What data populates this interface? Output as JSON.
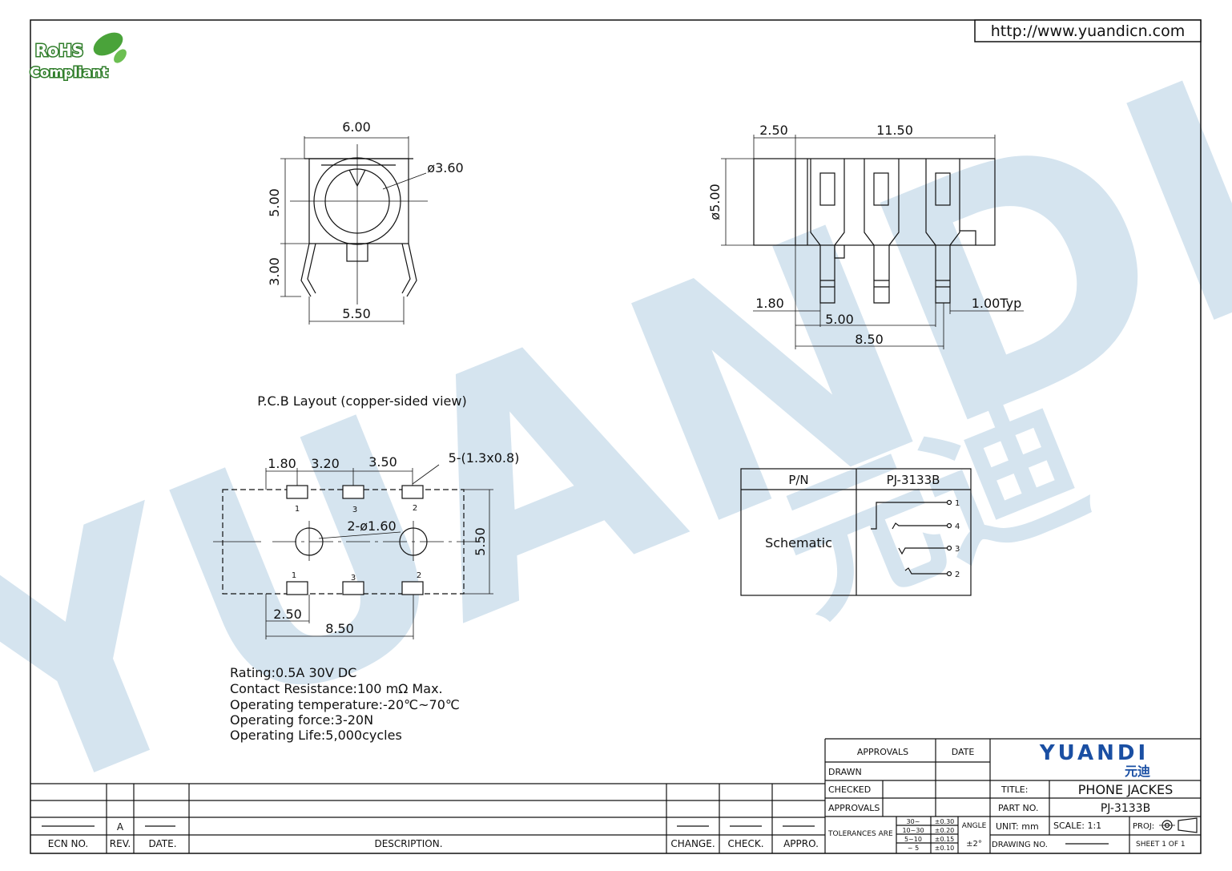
{
  "header": {
    "url": "http://www.yuandicn.com",
    "rohs_logo": {
      "line1": "RoHS",
      "line2": "Compliant"
    }
  },
  "watermark": {
    "latin": "YUANDI",
    "chinese": "元迪"
  },
  "front_view": {
    "width": "6.00",
    "hole_dia": "ø3.60",
    "height": "5.00",
    "pin_length": "3.00",
    "pin_pitch": "5.50"
  },
  "side_view": {
    "front_len": "2.50",
    "body_len": "11.50",
    "dia": "ø5.00",
    "pin_offset": "1.80",
    "pin_spacing": "5.00",
    "pin_span": "8.50",
    "pin_width": "1.00Typ"
  },
  "pcb": {
    "title": "P.C.B Layout (copper-sided view)",
    "dim_a": "1.80",
    "dim_b": "3.20",
    "dim_c": "3.50",
    "pad_spec": "5-(1.3x0.8)",
    "hole_spec": "2-ø1.60",
    "height": "5.50",
    "dim_d": "2.50",
    "dim_e": "8.50",
    "top_pins": [
      "1",
      "3",
      "2"
    ],
    "bottom_pins": [
      "1",
      "3",
      "2"
    ]
  },
  "specs": [
    "Rating:0.5A 30V DC",
    "Contact Resistance:100 mΩ Max.",
    "Operating temperature:-20℃~70℃",
    "Operating force:3-20N",
    "Operating Life:5,000cycles"
  ],
  "schematic_table": {
    "col1_header": "P/N",
    "col2_header": "PJ-3133B",
    "row_label": "Schematic",
    "pins": [
      "1",
      "4",
      "3",
      "2"
    ]
  },
  "revision_block": {
    "rev_value": "A",
    "headers": [
      "ECN NO.",
      "REV.",
      "DATE.",
      "DESCRIPTION.",
      "CHANGE.",
      "CHECK.",
      "APPRO."
    ]
  },
  "title_block": {
    "approvals_header": "APPROVALS",
    "date_header": "DATE",
    "drawn": "DRAWN",
    "checked": "CHECKED",
    "approvals": "APPROVALS",
    "tolerances": "TOLERANCES ARE",
    "tol_rows": [
      {
        "range": "30~",
        "tol": "±0.30"
      },
      {
        "range": "10~30",
        "tol": "±0.20"
      },
      {
        "range": "5~10",
        "tol": "±0.15"
      },
      {
        "range": "~ 5",
        "tol": "±0.10"
      }
    ],
    "angle_label": "ANGLE",
    "angle_value": "±2°",
    "logo": "YUANDI",
    "logo_cn": "元迪",
    "title_label": "TITLE:",
    "title_value": "PHONE JACKES",
    "part_label": "PART NO.",
    "part_value": "PJ-3133B",
    "unit": "UNIT: mm",
    "scale": "SCALE: 1:1",
    "proj": "PROJ:",
    "drawing_no": "DRAWING NO.",
    "sheet": "SHEET 1 OF 1"
  }
}
